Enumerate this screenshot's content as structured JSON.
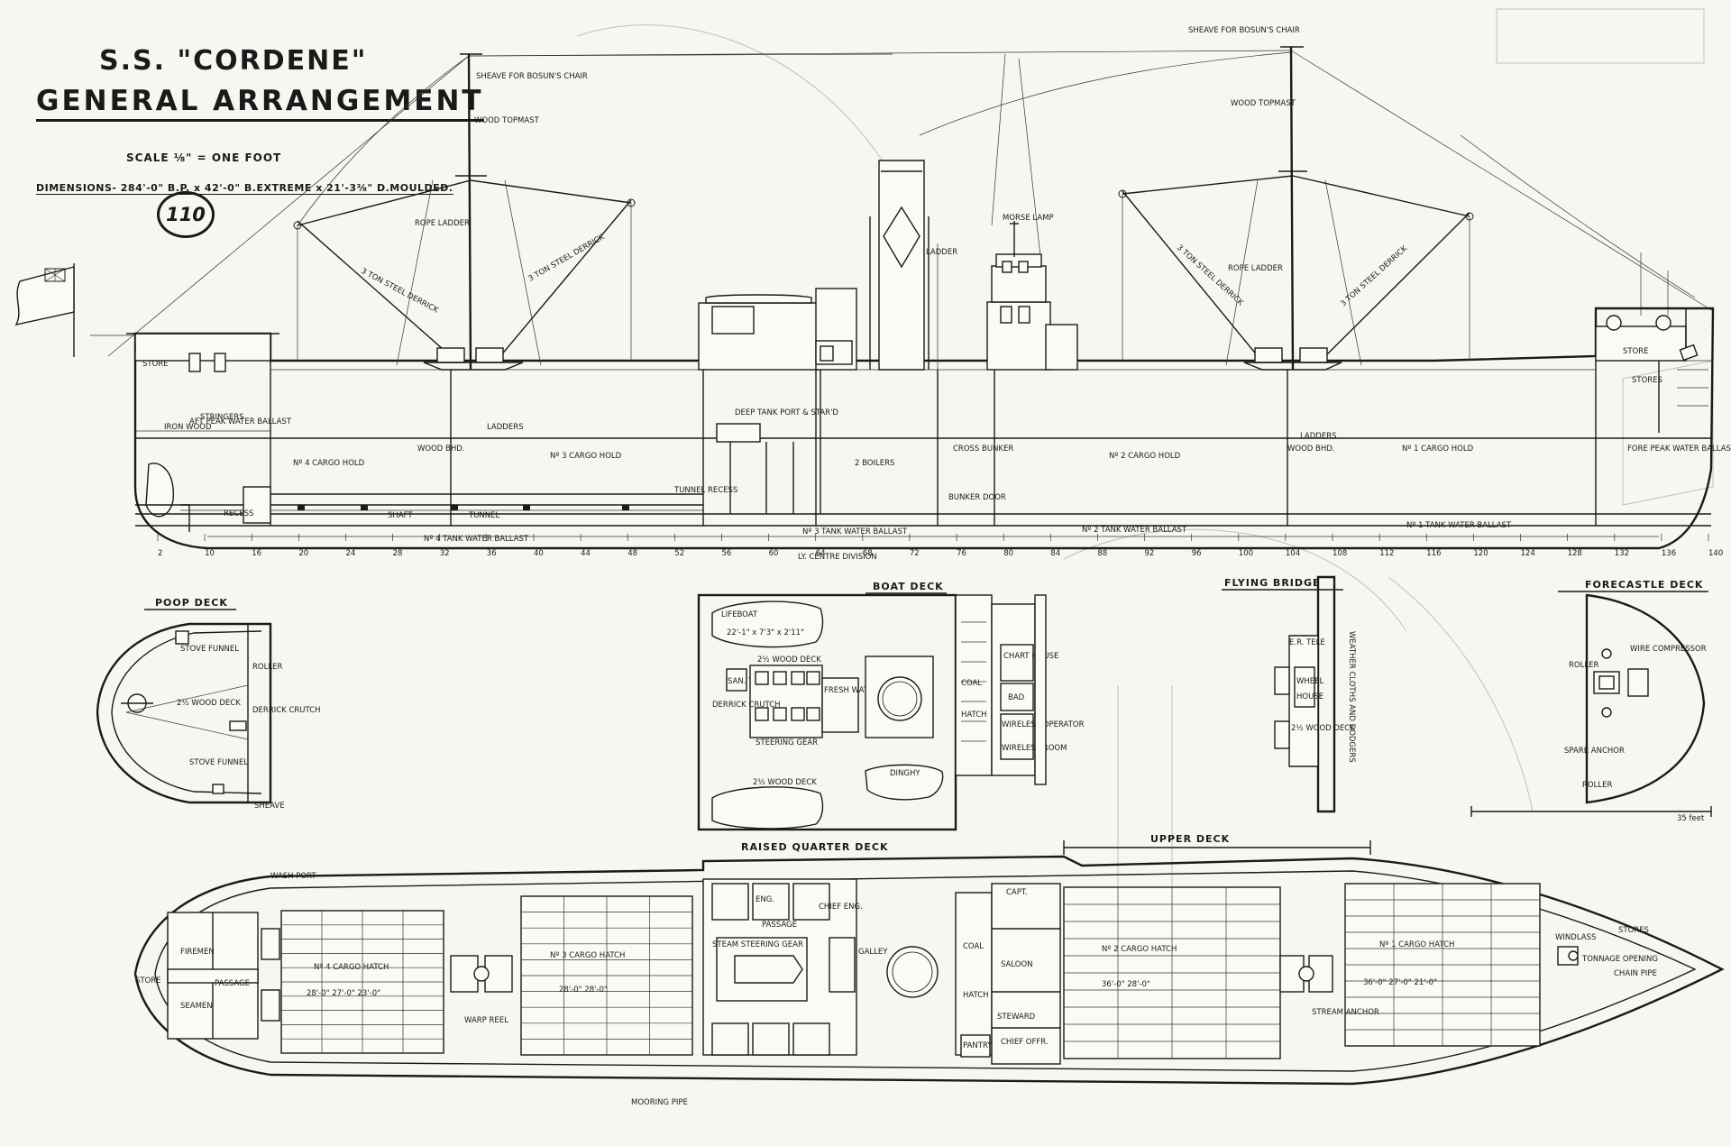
{
  "title": {
    "ship": "S.S. \"CORDENE\"",
    "main": "GENERAL ARRANGEMENT",
    "scale": "SCALE ⅛\" = ONE FOOT",
    "dimensions": "DIMENSIONS- 284'-0\" B.P. x 42'-0\" B.EXTREME x 21'-3⅜\" D.MOULDED."
  },
  "plate_number": "110",
  "deck_headings": {
    "poop": "POOP DECK",
    "boat": "BOAT DECK",
    "flying_bridge": "FLYING BRIDGE",
    "forecastle": "FORECASTLE DECK",
    "raised_quarter": "RAISED QUARTER DECK",
    "upper": "UPPER DECK"
  },
  "profile_labels": {
    "hold4": "Nº 4 CARGO HOLD",
    "hold3": "Nº 3 CARGO HOLD",
    "hold2": "Nº 2 CARGO HOLD",
    "hold1": "Nº 1 CARGO HOLD",
    "aft_peak": "AFT PEAK WATER BALLAST",
    "fore_peak": "FORE PEAK WATER BALLAST",
    "boilers": "2 BOILERS",
    "cross_bunker": "CROSS BUNKER",
    "deep_tank": "DEEP TANK PORT & STAR'D",
    "tank4": "Nº 4 TANK WATER BALLAST",
    "tank3": "Nº 3 TANK WATER BALLAST",
    "tank2": "Nº 2 TANK WATER BALLAST",
    "tank1": "Nº 1 TANK WATER BALLAST",
    "shaft": "SHAFT",
    "tunnel": "TUNNEL",
    "tunnel_recess": "TUNNEL RECESS",
    "store_aft": "STORE",
    "store_fwd": "STORE",
    "stores_fwd": "STORES",
    "stringers": "STRINGERS",
    "iron_wood": "IRON WOOD",
    "wood_bhd": "WOOD BHD.",
    "ladders": "LADDERS",
    "centre_division": "LY. CENTRE DIVISION",
    "rope_ladder": "ROPE LADDER",
    "steel_derrick_3ton": "3 TON STEEL DERRICK",
    "wood_topmast": "WOOD TOPMAST",
    "sheave_bosun": "SHEAVE FOR BOSUN'S CHAIR",
    "morse_lamp": "MORSE LAMP",
    "ladder": "LADDER",
    "bunker_door": "BUNKER DOOR",
    "recess": "RECESS"
  },
  "frame_numbers": [
    "2",
    "10",
    "16",
    "20",
    "24",
    "28",
    "32",
    "36",
    "40",
    "44",
    "48",
    "52",
    "56",
    "60",
    "64",
    "68",
    "72",
    "76",
    "80",
    "84",
    "88",
    "92",
    "96",
    "100",
    "104",
    "108",
    "112",
    "116",
    "120",
    "124",
    "128",
    "132",
    "136",
    "140"
  ],
  "boat_deck_labels": {
    "lifeboat": "LIFEBOAT",
    "lifeboat_size": "22'-1\" x 7'3\" x 2'11\"",
    "wood_deck": "2½ WOOD DECK",
    "fresh_water_tank": "FRESH WATER TANK",
    "sanitary_tank": "SAN. TK.",
    "steering_gear": "STEERING GEAR",
    "derrick_crutch": "DERRICK CRUTCH",
    "dinghy": "DINGHY",
    "coal": "COAL",
    "hatch": "HATCH",
    "chart_house": "CHART HOUSE",
    "bath": "BAD",
    "wireless_operator": "WIRELESS OPERATOR",
    "wireless_room": "WIRELESS ROOM"
  },
  "poop_labels": {
    "stove_funnel": "STOVE FUNNEL",
    "wood_deck": "2½ WOOD DECK",
    "roller": "ROLLER",
    "derrick_crutch": "DERRICK CRUTCH",
    "stove_funnel_2": "STOVE FUNNEL",
    "sheave": "SHEAVE"
  },
  "bridge_labels": {
    "er_tele": "E.R. TELE",
    "wheel": "WHEEL",
    "house": "HOUSE",
    "wood_deck": "2½ WOOD DECK",
    "weather_cloths": "WEATHER CLOTHS AND DODGERS"
  },
  "forecastle_labels": {
    "wire_compressor": "WIRE COMPRESSOR",
    "roller": "ROLLER",
    "spare_anchor": "SPARE ANCHOR",
    "roller_2": "ROLLER"
  },
  "scale_bar": {
    "label": "35 feet"
  },
  "plan_labels": {
    "store": "STORE",
    "firemen": "FIREMEN",
    "seamen": "SEAMEN",
    "passage": "PASSAGE",
    "hatch4": "Nº 4 CARGO HATCH",
    "hatch3": "Nº 3 CARGO HATCH",
    "hatch2": "Nº 2 CARGO HATCH",
    "hatch1": "Nº 1 CARGO HATCH",
    "dims4": "28'-0\" 27'-0\" 23'-0\"",
    "dims3": "28'-0\" 28'-0\"",
    "dims2": "36'-0\" 28'-0\"",
    "dims1": "36'-0\" 27'-0\" 21'-0\"",
    "saloon": "SALOON",
    "captain": "CAPT.",
    "chief_officer": "CHIEF OFFR.",
    "steward": "STEWARD",
    "pantry": "PANTRY",
    "coal": "COAL",
    "hatch": "HATCH",
    "galley": "GALLEY",
    "engineer": "ENG.",
    "chief_eng": "CHIEF ENG.",
    "steam_steering_gear": "STEAM STEERING GEAR",
    "stores": "STORES",
    "windlass": "WINDLASS",
    "tonnage_opening": "TONNAGE OPENING",
    "chain_pipe": "CHAIN PIPE",
    "wash_port": "WASH PORT",
    "mooring_pipe": "MOORING PIPE",
    "warp_reel": "WARP REEL",
    "stream_anchor": "STREAM ANCHOR"
  }
}
